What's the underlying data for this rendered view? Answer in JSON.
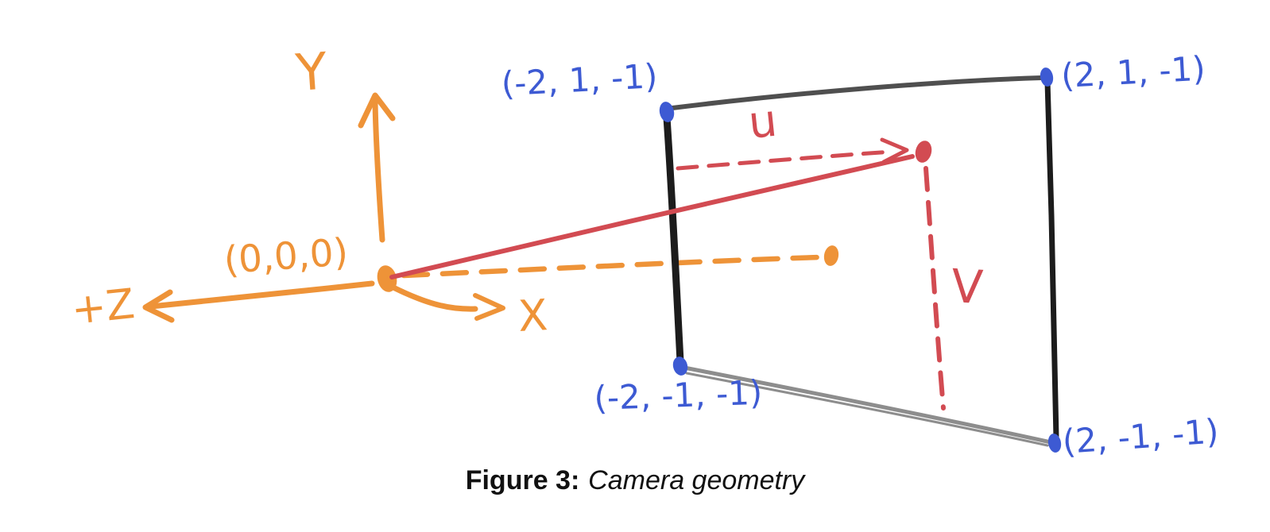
{
  "colors": {
    "orange": "#EE9338",
    "blue": "#3D5AD3",
    "red": "#D24B52",
    "edge_dark": "#1C1C1C",
    "edge_top": "#4F4F4F",
    "edge_gray": "#8D8D8D",
    "text_dark": "#111111"
  },
  "axes": {
    "y_label": "Y",
    "x_label": "X",
    "z_label": "+Z",
    "origin_label": "(0,0,0)"
  },
  "viewport": {
    "corners": [
      {
        "position": "top-left",
        "label": "(-2, 1, -1)"
      },
      {
        "position": "top-right",
        "label": "(2, 1, -1)"
      },
      {
        "position": "bottom-left",
        "label": "(-2, -1, -1)"
      },
      {
        "position": "bottom-right",
        "label": "(2, -1, -1)"
      }
    ]
  },
  "ray": {
    "u_label": "u",
    "v_label": "V"
  },
  "caption": {
    "prefix": "Figure 3:",
    "text": "Camera geometry"
  }
}
